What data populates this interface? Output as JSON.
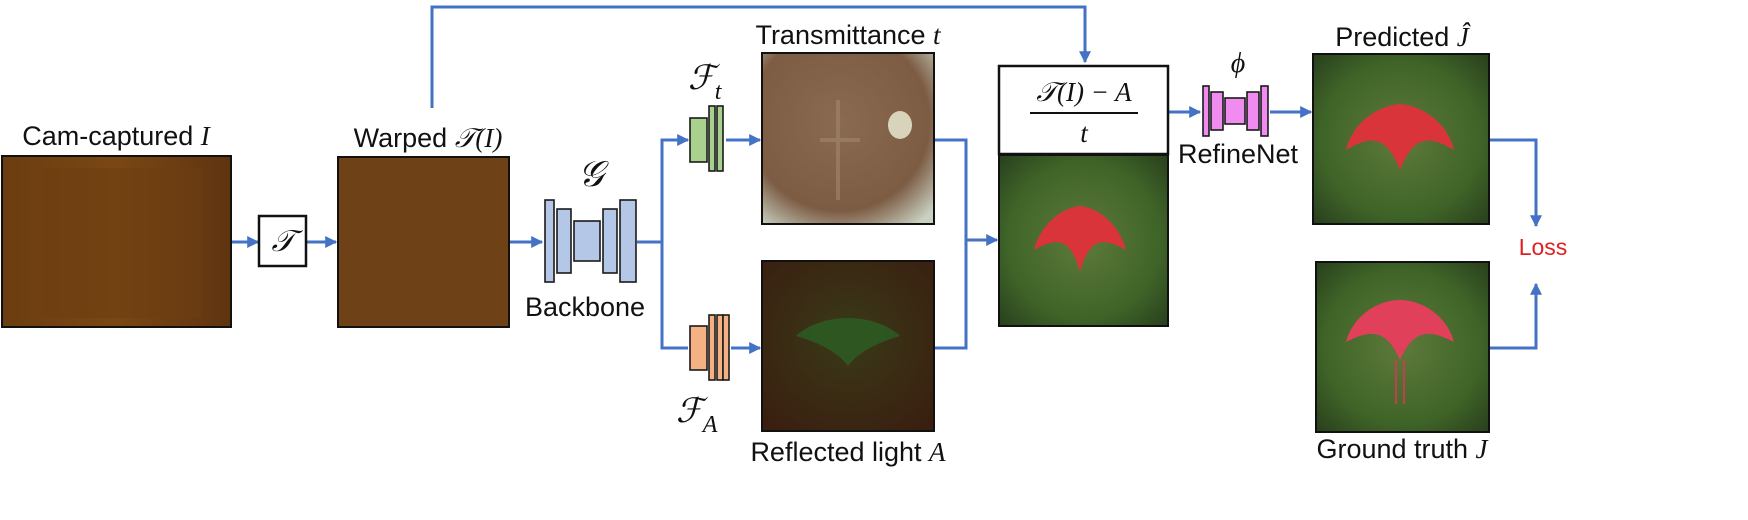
{
  "images": {
    "cam_captured": {
      "label": "Cam-captured ",
      "symbol": "I"
    },
    "warped": {
      "label": "Warped ",
      "symbol": "𝒯(I)"
    },
    "transmittance": {
      "label": "Transmittance ",
      "symbol": "t"
    },
    "reflected": {
      "label": "Reflected light ",
      "symbol": "A"
    },
    "compensated": {
      "formula_top": "𝒯(I) − A",
      "formula_bottom": "t"
    },
    "predicted": {
      "label": "Predicted ",
      "symbol": "Ĵ"
    },
    "ground_truth": {
      "label": "Ground truth ",
      "symbol": "J"
    }
  },
  "operators": {
    "warp": "𝒯",
    "backbone_symbol": "𝒢",
    "backbone_label": "Backbone",
    "ft_symbol": "ℱ",
    "ft_sub": "t",
    "fa_symbol": "ℱ",
    "fa_sub": "A",
    "refine_symbol": "ϕ",
    "refine_label": "RefineNet"
  },
  "loss": {
    "label": "Loss",
    "color": "#E02020"
  },
  "colors": {
    "arrow": "#4472C4",
    "backbone": "#B4C7E7",
    "ft_block": "#A9D18E",
    "fa_block": "#F4B183",
    "refine_block": "#F08CF0"
  }
}
